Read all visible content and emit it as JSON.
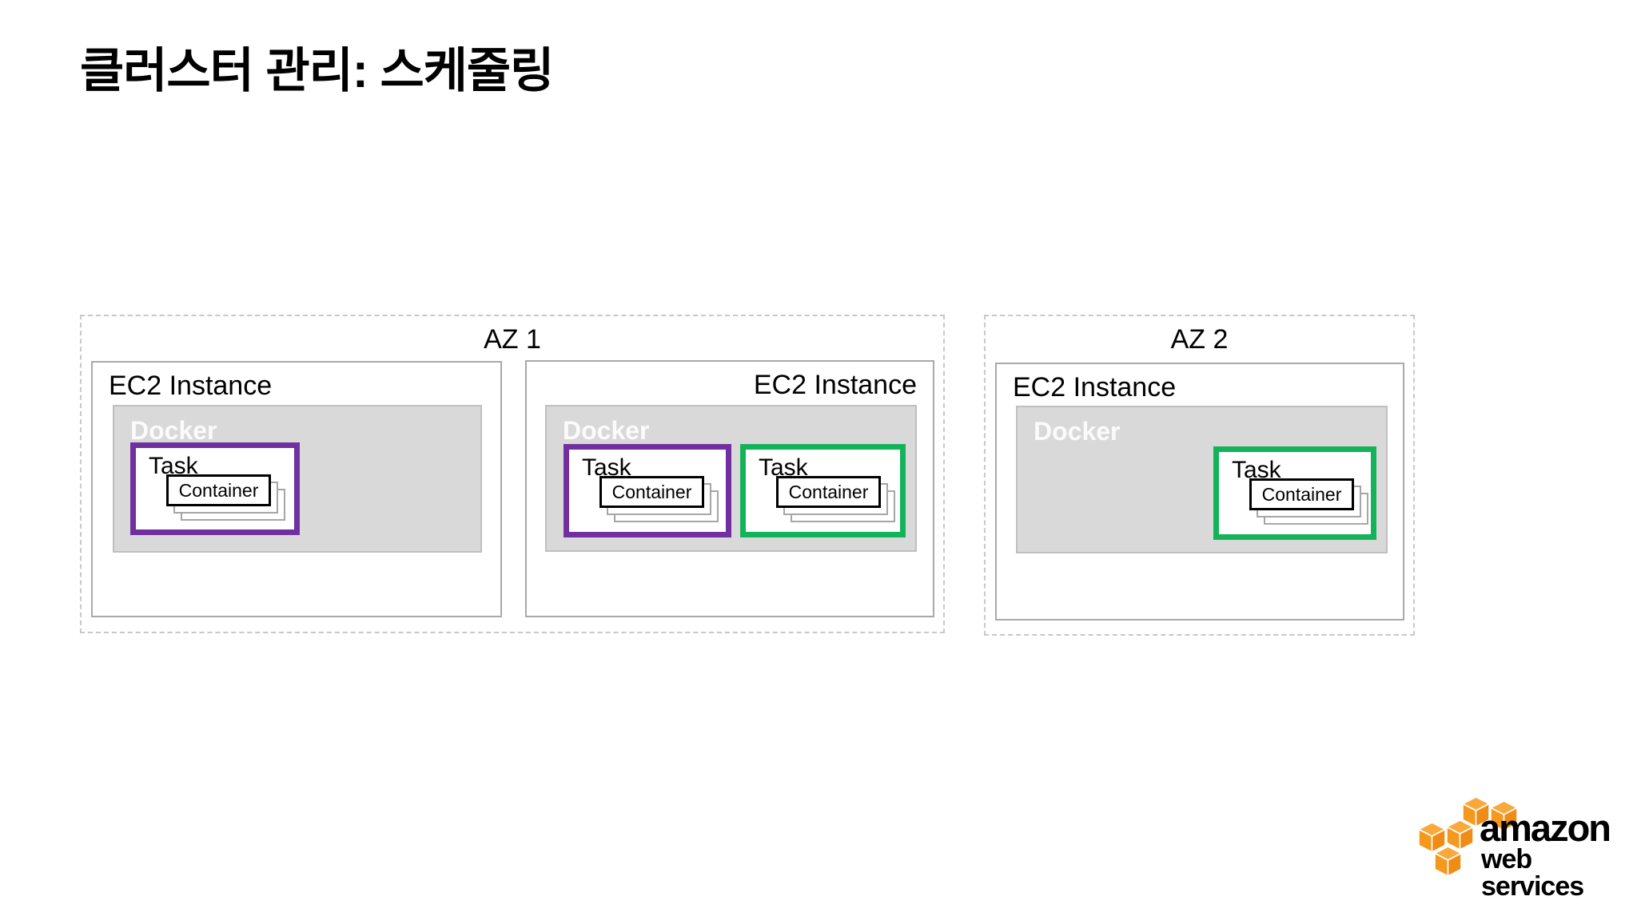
{
  "slide": {
    "title": "클러스터 관리: 스케줄링"
  },
  "diagram": {
    "azs": [
      {
        "label": "AZ 1",
        "instances": [
          {
            "label": "EC2 Instance",
            "docker_label": "Docker",
            "tasks": [
              {
                "label": "Task",
                "accent": "purple",
                "container_label": "Container"
              }
            ]
          },
          {
            "label": "EC2 Instance",
            "docker_label": "Docker",
            "tasks": [
              {
                "label": "Task",
                "accent": "purple",
                "container_label": "Container"
              },
              {
                "label": "Task",
                "accent": "green",
                "container_label": "Container"
              }
            ]
          }
        ]
      },
      {
        "label": "AZ 2",
        "instances": [
          {
            "label": "EC2 Instance",
            "docker_label": "Docker",
            "tasks": [
              {
                "label": "Task",
                "accent": "green",
                "container_label": "Container"
              }
            ]
          }
        ]
      }
    ]
  },
  "colors": {
    "title_text": "#000000",
    "task_purple": "#7030A0",
    "task_green": "#13B35A",
    "docker_fill": "#D9D9D9",
    "docker_border": "#BFBFBF",
    "docker_label_text": "#F2F2F2",
    "ec2_border": "#A9A9A9",
    "az_dashed_border": "#C9C9C9",
    "container_border": "#000000",
    "container_ghost_border": "#A6A6A6",
    "aws_orange": "#F5A01E",
    "logo_text": "#000000"
  },
  "logo": {
    "icon": "aws-cubes-icon",
    "brand": "amazon",
    "sub": "web services"
  }
}
